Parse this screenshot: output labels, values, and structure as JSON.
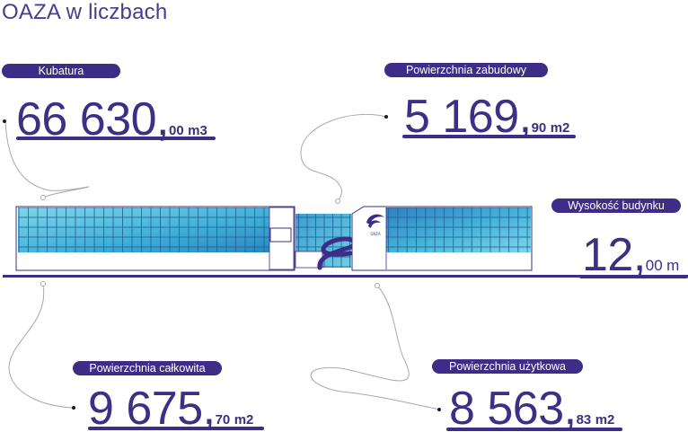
{
  "title": "OAZA w liczbach",
  "stats": {
    "kubatura": {
      "label": "Kubatura",
      "whole": "66 630,",
      "decimal": "00",
      "unit": "m3"
    },
    "zabudowy": {
      "label": "Powierzchnia zabudowy",
      "whole": "5 169,",
      "decimal": "90",
      "unit": "m2"
    },
    "wysokosc": {
      "label": "Wysokość budynku",
      "whole": "12,",
      "decimal": "00",
      "unit": "m"
    },
    "calkowita": {
      "label": "Powierzchnia całkowita",
      "whole": "9 675,",
      "decimal": "70",
      "unit": "m2"
    },
    "uzytkowa": {
      "label": "Powierzchnia użytkowa",
      "whole": "8 563,",
      "decimal": "83",
      "unit": "m2"
    }
  },
  "building": {
    "logo_text": "OAZA"
  },
  "colors": {
    "accent": "#3d2d86",
    "glass_light": "#6fd0e6",
    "glass_dark": "#2a97c4"
  }
}
